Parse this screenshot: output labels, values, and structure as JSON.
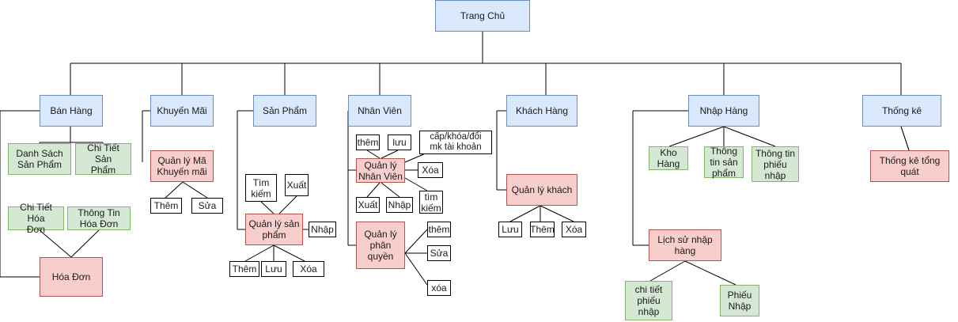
{
  "diagram": {
    "root": "Trang Chủ",
    "ban_hang": {
      "title": "Bán Hàng",
      "danh_sach_san_pham": "Danh Sách\nSản Phẩm",
      "chi_tiet_san_pham": "Chi Tiết Sản\nPhẩm",
      "chi_tiet_hoa_don": "Chi Tiết Hóa\nĐơn",
      "thong_tin_hoa_don": "Thông Tin\nHóa Đơn",
      "hoa_don": "Hóa Đơn"
    },
    "khuyen_mai": {
      "title": "Khuyến Mãi",
      "quan_ly": "Quản lý Mã\nKhuyến mãi",
      "them": "Thêm",
      "sua": "Sửa"
    },
    "san_pham": {
      "title": "Sản Phẩm",
      "tim_kiem": "Tìm\nkiếm",
      "xuat": "Xuất",
      "quan_ly": "Quản lý sản\nphẩm",
      "nhap": "Nhập",
      "them": "Thêm",
      "luu": "Lưu",
      "xoa": "Xóa"
    },
    "nhan_vien": {
      "title": "Nhân Viên",
      "them": "thêm",
      "luu": "lưu",
      "cap_khoa": "cấp/khóa/đổi\nmk  tài khoản",
      "quan_ly": "Quản lý\nNhân Viên",
      "xoa": "Xóa",
      "tim_kiem": "tìm\nkiếm",
      "xuat": "Xuất",
      "nhap": "Nhập",
      "phan_quyen": "Quản lý\nphân\nquyền",
      "pq_them": "thêm",
      "pq_sua": "Sửa",
      "pq_xoa": "xóa"
    },
    "khach_hang": {
      "title": "Khách Hàng",
      "quan_ly": "Quản lý khách",
      "luu": "Lưu",
      "them": "Thêm",
      "xoa": "Xóa"
    },
    "nhap_hang": {
      "title": "Nhập Hàng",
      "kho_hang": "Kho\nHàng",
      "thong_tin_san_pham": "Thông\ntin sản\nphẩm",
      "thong_tin_phieu_nhap": "Thông tin\nphiếu\nnhập",
      "lich_su": "Lịch sử nhập\nhàng",
      "chi_tiet_phieu_nhap": "chi tiết\nphiếu\nnhập",
      "phieu_nhap": "Phiếu\nNhập"
    },
    "thong_ke": {
      "title": "Thống kê",
      "tong_quat": "Thống kê tổng\nquát"
    }
  },
  "colors": {
    "module": "#dae8fc",
    "module_border": "#6c8ebf",
    "view": "#d5e8d4",
    "view_border": "#82b366",
    "manager": "#f8cecc",
    "manager_border": "#b85450",
    "action": "#ffffff",
    "action_border": "#000000"
  }
}
